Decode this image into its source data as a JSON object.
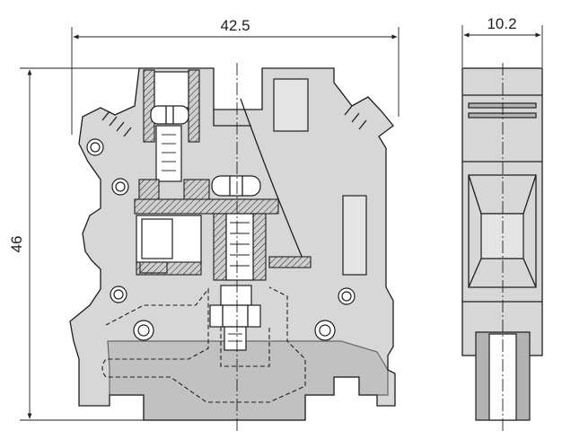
{
  "dimensions": {
    "width_label": "42.5",
    "height_label": "46",
    "depth_label": "10.2"
  }
}
